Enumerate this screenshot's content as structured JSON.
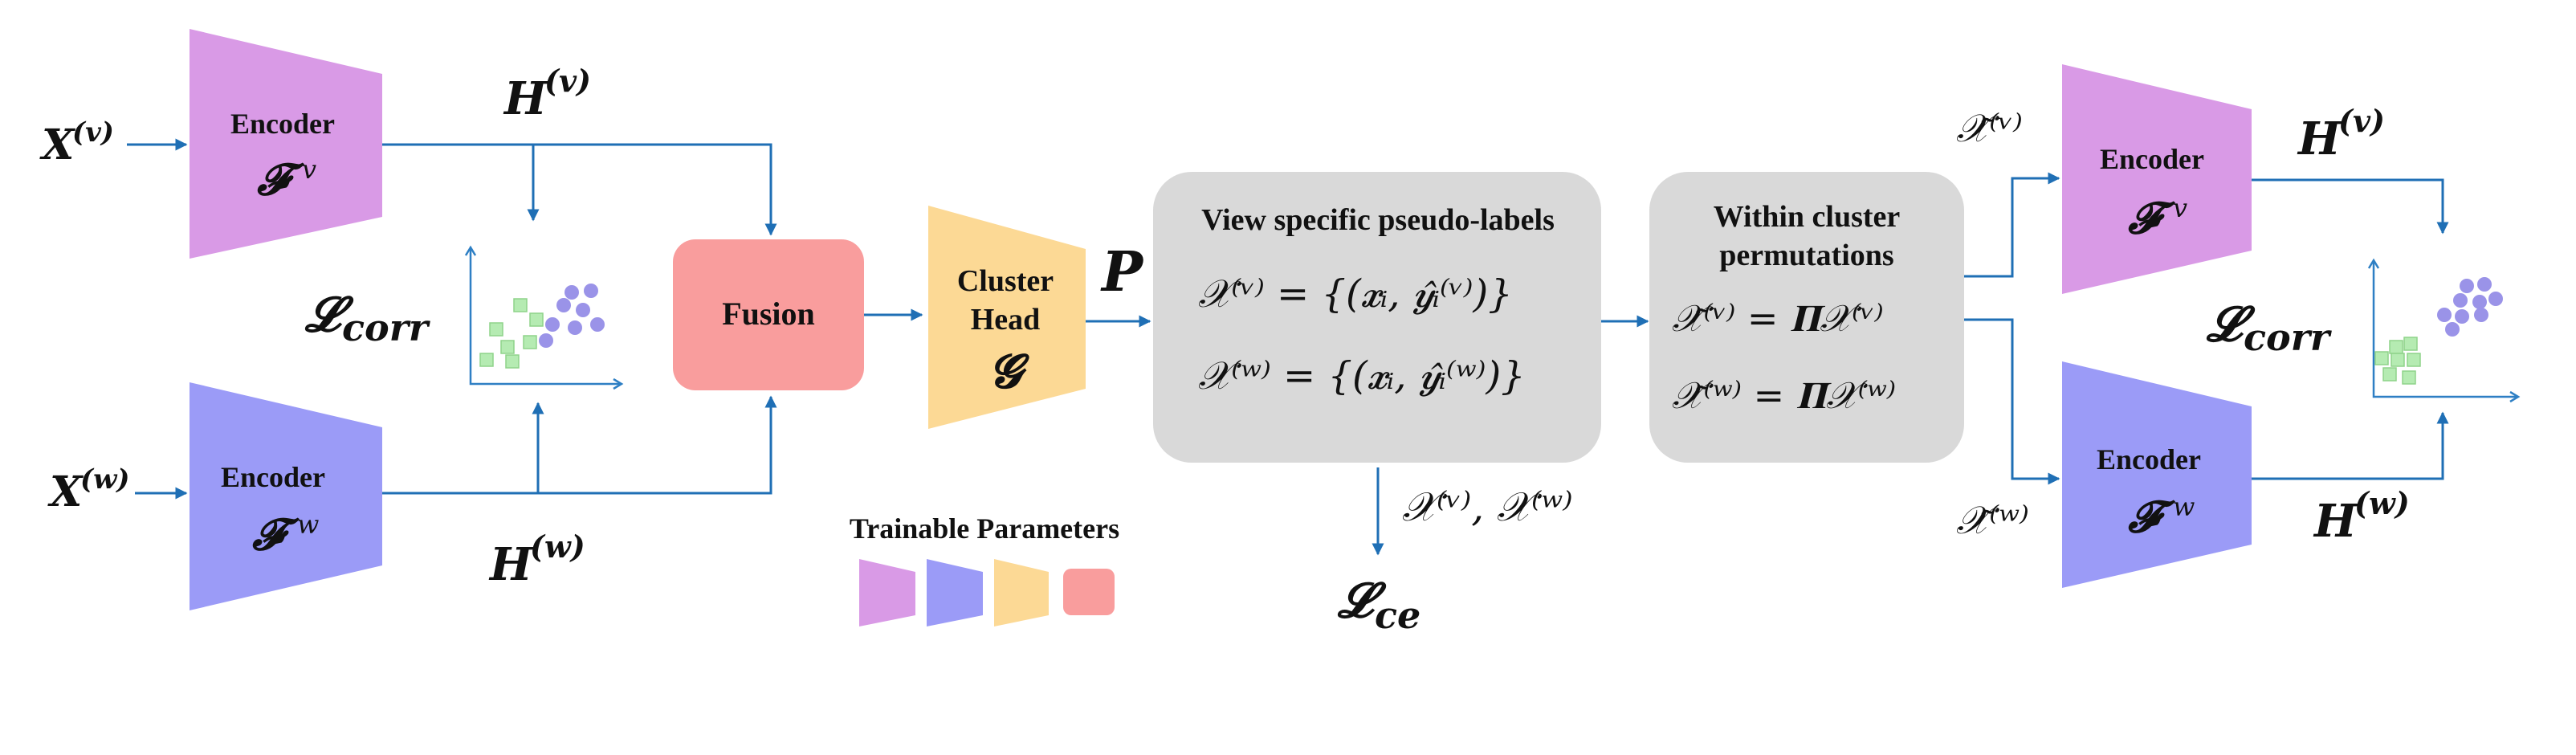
{
  "inputs": {
    "xv": "X",
    "xv_sup": "(v)",
    "xw": "X",
    "xw_sup": "(w)"
  },
  "encoders": {
    "label": "Encoder",
    "symbol": "𝓕",
    "v_sup": "v",
    "w_sup": "w"
  },
  "features": {
    "h": "H",
    "v_sup": "(v)",
    "w_sup": "(w)"
  },
  "losses": {
    "corr_main": "𝓛",
    "corr_sub": "corr",
    "ce_main": "𝓛",
    "ce_sub": "ce"
  },
  "fusion": {
    "label": "Fusion"
  },
  "cluster_head": {
    "line1": "Cluster",
    "line2": "Head",
    "symbol": "𝓖"
  },
  "p_label": "P",
  "pseudo_box": {
    "title": "View specific pseudo-labels",
    "eq_v": "𝒳⁽ᵛ⁾ = {(𝒙ᵢ, 𝒚̂ᵢ⁽ᵛ⁾)}",
    "eq_w": "𝒳⁽ʷ⁾ = {(𝒙ᵢ, 𝒚̂ᵢ⁽ʷ⁾)}"
  },
  "below_pseudo": "𝒳⁽ᵛ⁾, 𝒳⁽ʷ⁾",
  "perm_box": {
    "line1": "Within cluster",
    "line2": "permutations",
    "eq_v": "𝒳̃⁽ᵛ⁾ = 𝚷𝒳⁽ᵛ⁾",
    "eq_w": "𝒳̃⁽ʷ⁾ = 𝚷𝒳⁽ʷ⁾"
  },
  "right_inputs": {
    "v": "𝒳̃⁽ᵛ⁾",
    "w": "𝒳̃⁽ʷ⁾"
  },
  "legend": {
    "title": "Trainable Parameters"
  },
  "colors": {
    "encoder_v": "#d99ae6",
    "encoder_w": "#9b9bf7",
    "fusion": "#f99d9d",
    "cluster_head": "#fcd995",
    "gray_box": "#d9d9d9",
    "arrow": "#1f6fb5",
    "scatter_green": "#b5ebb2",
    "scatter_purple": "#9a93e8"
  }
}
